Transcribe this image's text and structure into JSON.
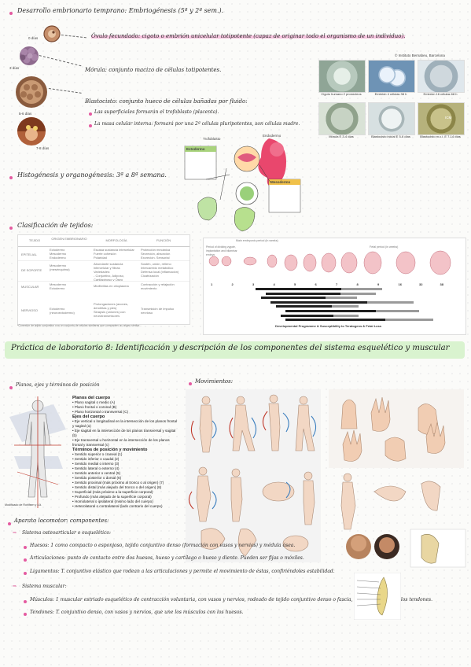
{
  "embryo": {
    "heading": "Desarrollo embrionario temprano: Embriogénesis (5ª y 2ª sem.).",
    "oocyte_label": "0 días",
    "day3_label": "3 días",
    "day56_label": "5-6 días",
    "day78_label": "7-8 días",
    "ovulo": "Óvulo fecundado: cigoto o embrión unicelular totipotente (capaz de originar todo el organismo de un individuo).",
    "morula": "Mórula: conjunto macizo de células totipotentes.",
    "blastocisto": "Blastocisto: conjunto hueco de células bañadas por fluido:",
    "blast_a": "Las superficiales formarán el trofoblasto (placenta).",
    "blast_b": "La masa celular interna: formará por una 2ª células pluripotentes, son células madre.",
    "histo": "Histogénesis y organogénesis: 3ª a 8ª semana."
  },
  "photos": {
    "credit": "© Instituto Bernabeu, Barcelona",
    "captions": [
      "Cigoto humano 2 pronúcleos",
      "Embrión 4 células 38 h",
      "Embrión 16 células 68 h",
      "Mórula E 3-4 días",
      "Blastocisto inicial E 5-6 días",
      "Blastocisto m.c.i. E 7-14 días"
    ],
    "icm_label": "ICM"
  },
  "diagram": {
    "trofo": "Trofoblasto",
    "ecto": "Ectodermo",
    "meso": "Mesodermo",
    "endo": "Endodermo"
  },
  "tejidos": {
    "heading": "Clasificación de tejidos:",
    "headers": [
      "TEJIDO",
      "ORIGEN EMBRIONARIO",
      "MORFOLOGÍA",
      "FUNCIÓN"
    ],
    "rows": [
      [
        "EPITELIAL",
        "Ectodermo\nMesodermo\nEndodermo",
        "Escasa sustancia intercelular\nFuerte cohesión\nPolaridad",
        "Protección mecánica\nSecreción, absorción\nExcreción. Sensorial"
      ],
      [
        "DE SOPORTE",
        "Mesodermo\n(mesénquima)",
        "Abundante sustancia\nintercelular y fibras\nVariedades:\n- Conjuntivo, Adiposo,\nCartilaginoso y Óseo",
        "Sostén, unión, relleno\nIntercambio metabólico\nDefensa local (inflamación)\nCicatrización"
      ],
      [
        "MUSCULAR",
        "Mesodermo\nEctodermo",
        "Miofibrillas en citoplasma",
        "Contracción y relajación\nmovimiento"
      ],
      [
        "NERVIOSO",
        "Ectodermo\n(neuroectodermo)",
        "Prolongaciones (axones,\ndendritas y pies)\nSinapsis (uniones) con\nneurotransmisores",
        "Transmisión de impulso\nnervioso"
      ]
    ],
    "footnote": "*Conexión de tejido conjuntivo con un conjunto de células similares que comparten un origen similar..."
  },
  "timeline": {
    "title": "Developmental Programme & Susceptibility to Teratogens & Fetal Loss",
    "header": "Period of dividing zygote, implantation and bilaminar embryo",
    "subtitle": "Main embryonic period (in weeks)",
    "fetal": "Fetal period (in weeks)",
    "weeks": [
      "1",
      "2",
      "3",
      "4",
      "5",
      "6",
      "7",
      "8",
      "9",
      "16",
      "32",
      "38"
    ]
  },
  "practica": {
    "title": "Práctica de laboratorio 8: Identificación y descripción de los componentes del sistema esquelético y muscular"
  },
  "planos": {
    "heading": "Planos, ejes y términos de posición",
    "box_title": "Planos del cuerpo",
    "items": [
      "Plano sagital o medio (A)",
      "Plano frontal o coronal (B)",
      "Plano horizontal o transversal (C)"
    ],
    "ejes_title": "Ejes del cuerpo",
    "ejes": [
      "Eje vertical o longitudinal en la intersección de los planos frontal y sagital (a)",
      "Eje sagital en la intersección de los planos transversal y sagital (b)",
      "Eje transversal u horizontal en la intersección de los planos frontal y transversal (c)"
    ],
    "terms_title": "Términos de posición y movimiento",
    "terms": [
      "Sentido superior o craneal (1)",
      "Sentido inferior o caudal (2)",
      "Sentido medial o interno (3)",
      "Sentido lateral o externo (4)",
      "Sentido anterior o ventral (5)",
      "Sentido posterior o dorsal (6)",
      "Sentido proximal (más próximo al tronco o al origen) (7)",
      "Sentido distal (más alejado del tronco o del origen) (8)",
      "Superficial (más próximo a la superficie corporal)",
      "Profundo (más alejado de la superficie corporal)",
      "Homolateral o ipsilateral (mismo lado del cuerpo)",
      "Heterolateral o contralateral (lado contrario del cuerpo)"
    ],
    "figure_credit": "Modificado de Rohlfsen y Lüi."
  },
  "movimientos": {
    "heading": "Movimientos:"
  },
  "aparato": {
    "heading": "Aparato locomotor: componentes:",
    "sistema": "Sistema osteoarticular o esquelético:",
    "huesos": "Huesos: 1 como compacto o esponjoso, tejido conjuntivo denso (formación con vasos y nervios) y médula ósea.",
    "articulaciones": "Articulaciones: punto de contacto entre dos huesos, hueso y cartílago o hueso y diente. Pueden ser fijas o móviles.",
    "ligamentos": "Ligamentos: T. conjuntivo elástico que rodean a las articulaciones y permite el movimiento de éstas, confiriéndoles estabilidad.",
    "muscular": "Sistema muscular:",
    "musculos": "Músculos: 1 muscular estriado esquelético de contracción voluntaria, con vasos y nervios, rodeado de tejido conjuntivo denso o fascia, que se continúa en los tendones.",
    "tendones": "Tendones: T. conjuntivo denso, con vasos y nervios, que une los músculos con los huesos."
  },
  "colors": {
    "bullet": "#e45aa0",
    "highlight_pink": "#f7c3df",
    "highlight_green": "#d9f3cf",
    "timeline_bar": "#1f1f1f",
    "timeline_accent": "#c0392b"
  }
}
